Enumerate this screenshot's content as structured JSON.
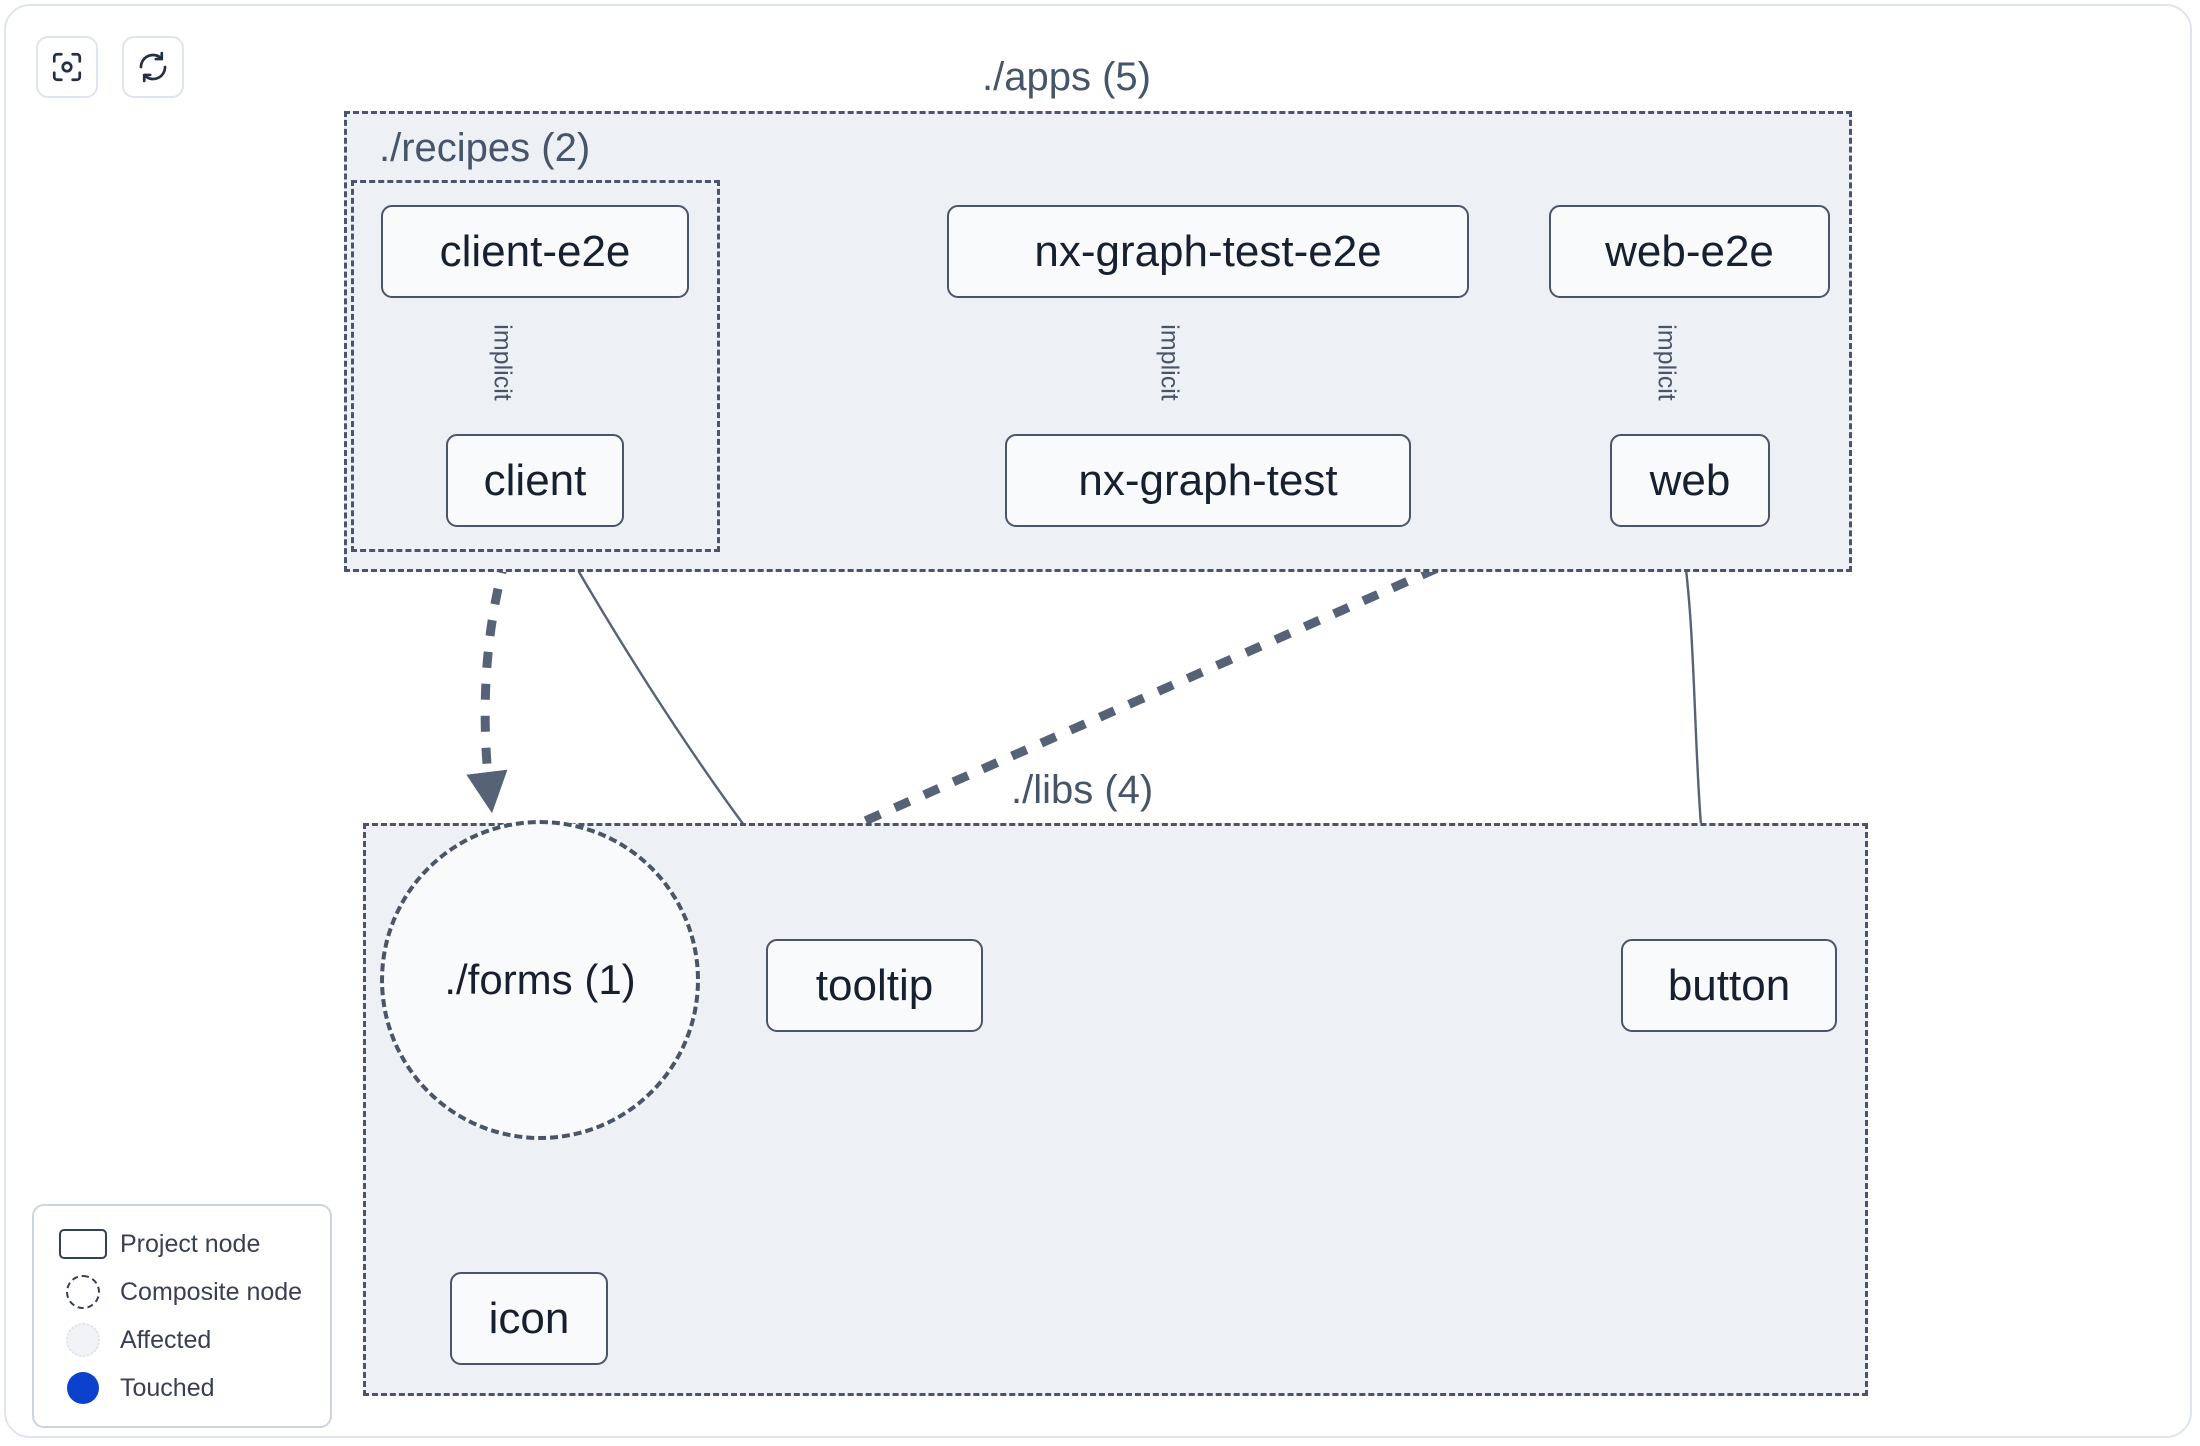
{
  "toolbar": {
    "buttons": [
      {
        "name": "focus-graph-button",
        "icon": "focus-target-icon",
        "label": ""
      },
      {
        "name": "refresh-graph-button",
        "icon": "refresh-icon",
        "label": ""
      }
    ]
  },
  "graph": {
    "containers": [
      {
        "id": "apps",
        "label": "./apps (5)",
        "count": 5
      },
      {
        "id": "recipes",
        "label": "./recipes (2)",
        "count": 2
      },
      {
        "id": "libs",
        "label": "./libs (4)",
        "count": 4
      }
    ],
    "nodes": [
      {
        "id": "client-e2e",
        "label": "client-e2e",
        "type": "project",
        "parent": "recipes"
      },
      {
        "id": "client",
        "label": "client",
        "type": "project",
        "parent": "recipes"
      },
      {
        "id": "nx-graph-test-e2e",
        "label": "nx-graph-test-e2e",
        "type": "project",
        "parent": "apps"
      },
      {
        "id": "nx-graph-test",
        "label": "nx-graph-test",
        "type": "project",
        "parent": "apps"
      },
      {
        "id": "web-e2e",
        "label": "web-e2e",
        "type": "project",
        "parent": "apps"
      },
      {
        "id": "web",
        "label": "web",
        "type": "project",
        "parent": "apps"
      },
      {
        "id": "forms",
        "label": "./forms (1)",
        "type": "composite",
        "parent": "libs"
      },
      {
        "id": "tooltip",
        "label": "tooltip",
        "type": "project",
        "parent": "libs"
      },
      {
        "id": "button",
        "label": "button",
        "type": "project",
        "parent": "libs"
      },
      {
        "id": "icon",
        "label": "icon",
        "type": "project",
        "parent": "libs"
      }
    ],
    "edges": [
      {
        "from": "client-e2e",
        "to": "client",
        "label": "implicit",
        "style": "solid-thin"
      },
      {
        "from": "nx-graph-test-e2e",
        "to": "nx-graph-test",
        "label": "implicit",
        "style": "solid-thin"
      },
      {
        "from": "web-e2e",
        "to": "web",
        "label": "implicit",
        "style": "solid-thin"
      },
      {
        "from": "client",
        "to": "forms",
        "label": "",
        "style": "dashed-thick"
      },
      {
        "from": "client",
        "to": "tooltip",
        "label": "",
        "style": "solid-thin"
      },
      {
        "from": "web",
        "to": "forms",
        "label": "",
        "style": "dashed-thick"
      },
      {
        "from": "web",
        "to": "button",
        "label": "",
        "style": "solid-thin"
      },
      {
        "from": "forms",
        "to": "icon",
        "label": "",
        "style": "dashed-thick"
      }
    ]
  },
  "legend": {
    "items": [
      {
        "swatch": "project-node-swatch",
        "label": "Project node"
      },
      {
        "swatch": "composite-node-swatch",
        "label": "Composite node"
      },
      {
        "swatch": "affected-swatch",
        "label": "Affected"
      },
      {
        "swatch": "touched-swatch",
        "label": "Touched"
      }
    ]
  },
  "colors": {
    "container_fill": "#edf0f5",
    "container_border": "#4a5568",
    "node_fill": "#f8fafc",
    "node_border": "#4a5568",
    "edge": "#566377",
    "label_text": "#475569",
    "touched": "#0b41cd",
    "canvas_border": "#dfe5ef"
  }
}
